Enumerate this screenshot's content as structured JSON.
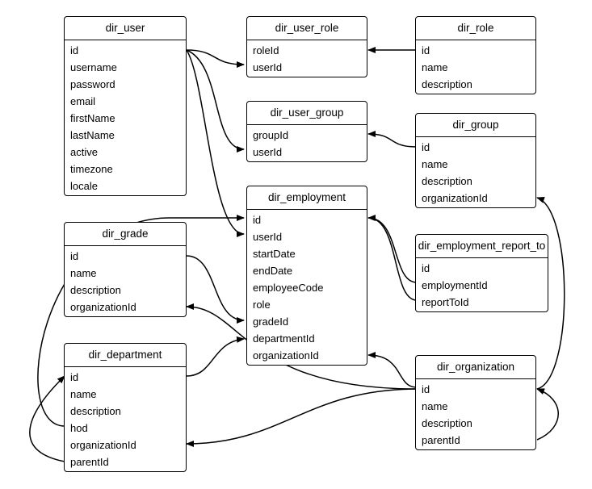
{
  "entities": {
    "dir_user": {
      "title": "dir_user",
      "fields": [
        "id",
        "username",
        "password",
        "email",
        "firstName",
        "lastName",
        "active",
        "timezone",
        "locale"
      ]
    },
    "dir_user_role": {
      "title": "dir_user_role",
      "fields": [
        "roleId",
        "userId"
      ]
    },
    "dir_role": {
      "title": "dir_role",
      "fields": [
        "id",
        "name",
        "description"
      ]
    },
    "dir_user_group": {
      "title": "dir_user_group",
      "fields": [
        "groupId",
        "userId"
      ]
    },
    "dir_group": {
      "title": "dir_group",
      "fields": [
        "id",
        "name",
        "description",
        "organizationId"
      ]
    },
    "dir_employment": {
      "title": "dir_employment",
      "fields": [
        "id",
        "userId",
        "startDate",
        "endDate",
        "employeeCode",
        "role",
        "gradeId",
        "departmentId",
        "organizationId"
      ]
    },
    "dir_grade": {
      "title": "dir_grade",
      "fields": [
        "id",
        "name",
        "description",
        "organizationId"
      ]
    },
    "dir_employment_report_to": {
      "title": "dir_employment_report_to",
      "fields": [
        "id",
        "employmentId",
        "reportToId"
      ]
    },
    "dir_department": {
      "title": "dir_department",
      "fields": [
        "id",
        "name",
        "description",
        "hod",
        "organizationId",
        "parentId"
      ]
    },
    "dir_organization": {
      "title": "dir_organization",
      "fields": [
        "id",
        "name",
        "description",
        "parentId"
      ]
    }
  }
}
